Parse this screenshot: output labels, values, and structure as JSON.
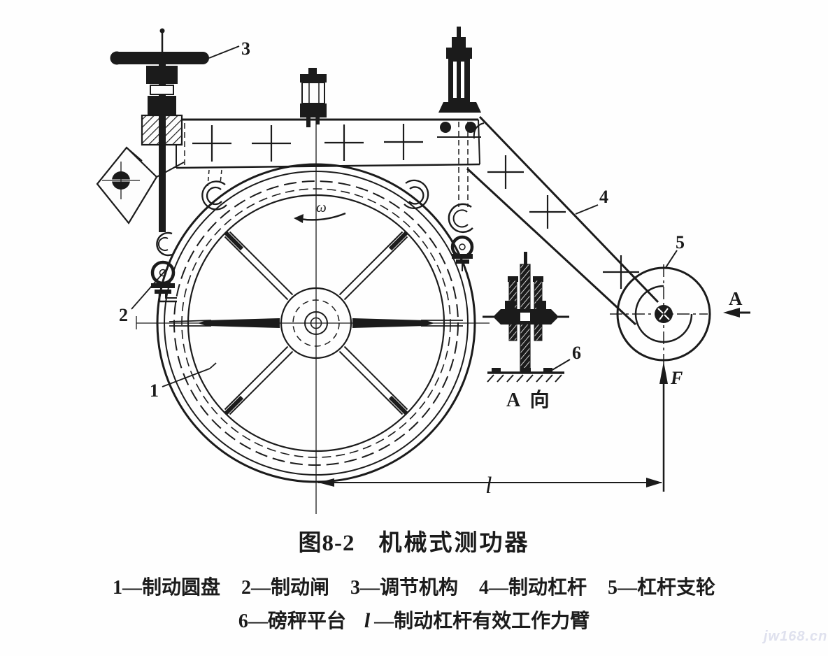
{
  "figure": {
    "caption_fig_no": "图8-2",
    "caption_title": "机械式测功器",
    "legend_row1": [
      "1—制动圆盘",
      "2—制动闸",
      "3—调节机构",
      "4—制动杠杆",
      "5—杠杆支轮"
    ],
    "legend_row2": {
      "item6": "6—磅秤平台",
      "symbol": "l",
      "desc": "—制动杠杆有效工作力臂"
    }
  },
  "diagram": {
    "labels": {
      "part1": "1",
      "part2": "2",
      "part3": "3",
      "part4": "4",
      "part5": "5",
      "part6": "6"
    },
    "annotations": {
      "omega": "ω",
      "view_direction": "A",
      "force": "F",
      "lever_arm": "l",
      "view_name": "A 向"
    }
  },
  "watermark": "jw168.cn",
  "colors": {
    "ink": "#1b1b1b",
    "paper": "#fefefe",
    "watermark": "#dfe1ee"
  }
}
